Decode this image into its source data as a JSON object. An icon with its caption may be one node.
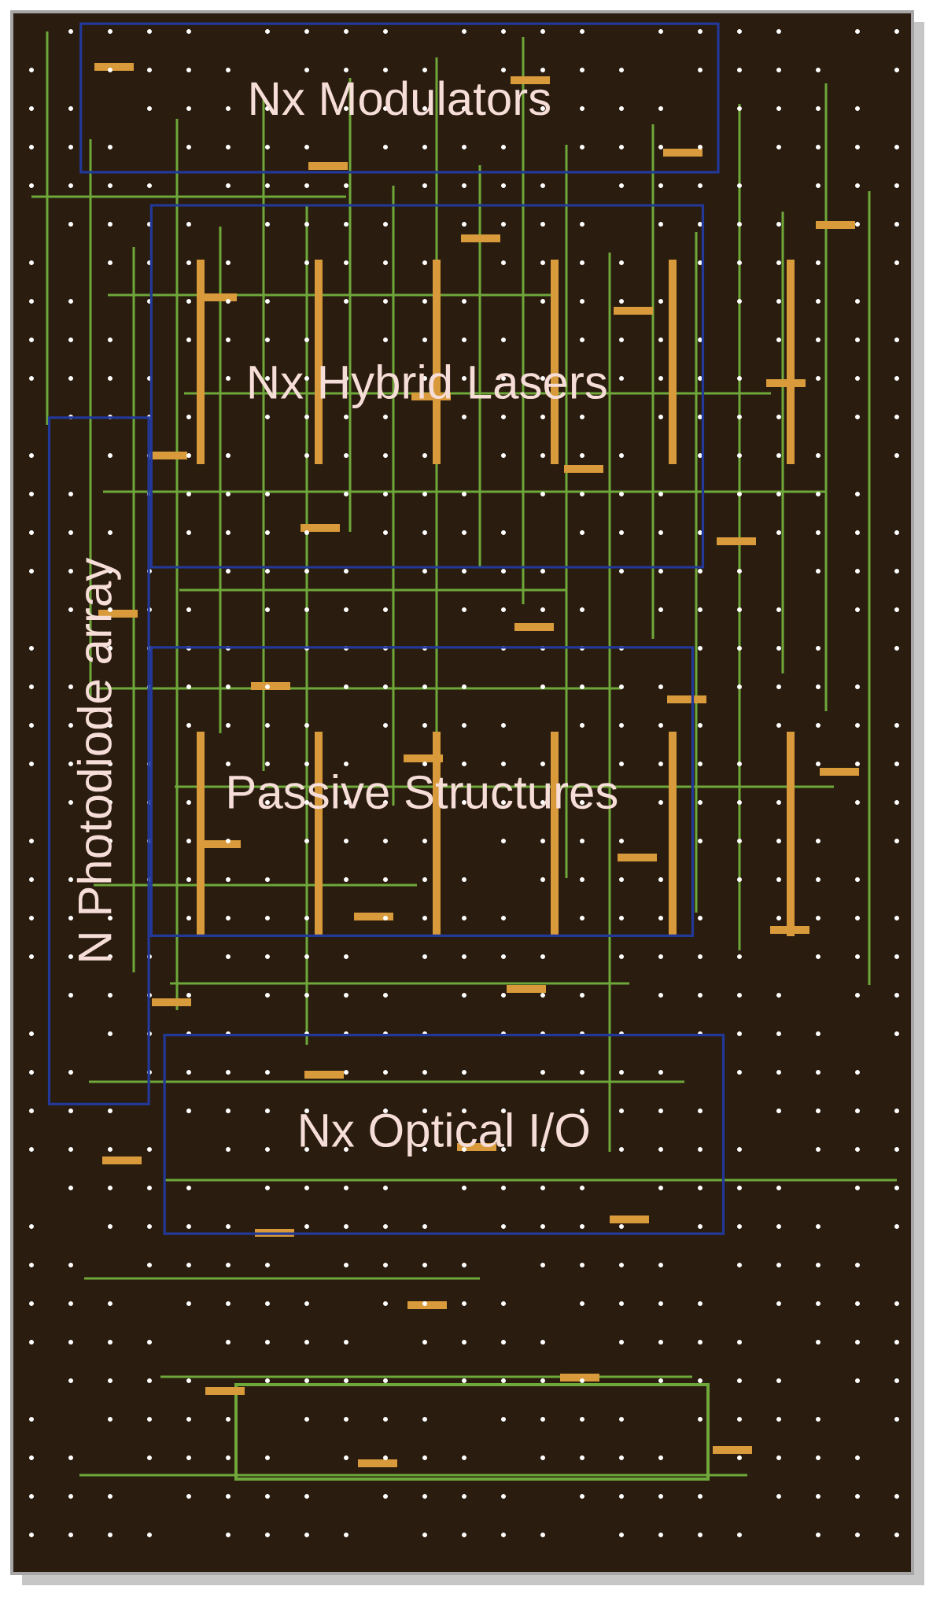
{
  "diagram": {
    "nodes": [
      {
        "text": [
          "Nx Modulators"
        ]
      },
      {
        "text": [
          "Nx Hybrid Lasers"
        ]
      },
      {
        "text": [
          "N Photodiode array"
        ]
      },
      {
        "text": [
          "Passive Structures"
        ]
      },
      {
        "text": [
          "Nx Optical I/O"
        ]
      }
    ]
  }
}
